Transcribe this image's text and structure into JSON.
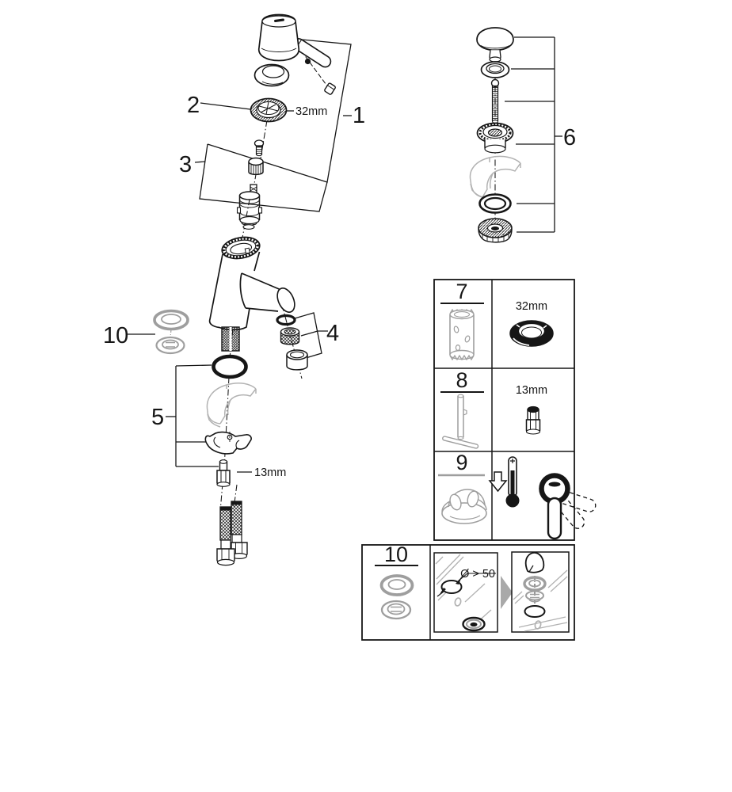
{
  "colors": {
    "background": "#ffffff",
    "ink": "#161616",
    "phantom": "#b2b2b2",
    "tool_gray": "#9e9e9e",
    "arrow_gray": "#a9a9a9"
  },
  "exploded": {
    "callout_1": "1",
    "callout_2": "2",
    "callout_3": "3",
    "callout_4": "4",
    "callout_5": "5",
    "callout_6": "6",
    "callout_10": "10",
    "dim_escutcheon": "32mm",
    "dim_mounting_nut": "13mm"
  },
  "table": {
    "row_7": {
      "number": "7",
      "size": "32mm"
    },
    "row_8": {
      "number": "8",
      "size": "13mm"
    },
    "row_9": {
      "number": "9"
    }
  },
  "install": {
    "number": "10",
    "min_hole": "Ø > 50"
  }
}
